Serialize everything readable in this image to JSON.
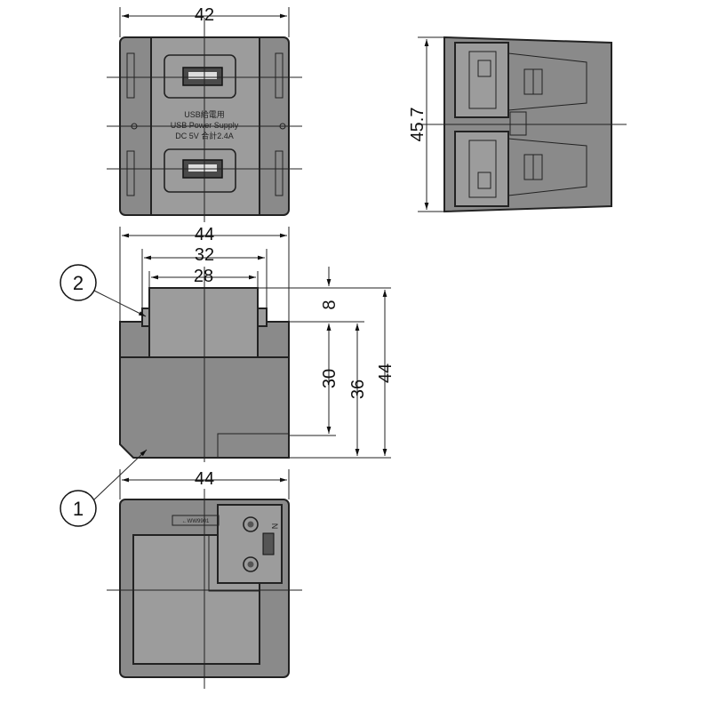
{
  "dimensions": {
    "top_width": "42",
    "side_height": "45.7",
    "front_outer_width": "44",
    "front_width_32": "32",
    "front_width_28": "28",
    "front_height_8": "8",
    "front_height_30": "30",
    "front_height_36": "36",
    "front_height_44": "44",
    "bottom_width": "44"
  },
  "face_labels": {
    "line1": "USB給電用",
    "line2": "USB Power Supply",
    "line3": "DC 5V 合計2.4A"
  },
  "callouts": {
    "part1": "1",
    "part2": "2"
  },
  "back_labels": {
    "tag": "←WW9901",
    "terminal_mark": "N"
  }
}
